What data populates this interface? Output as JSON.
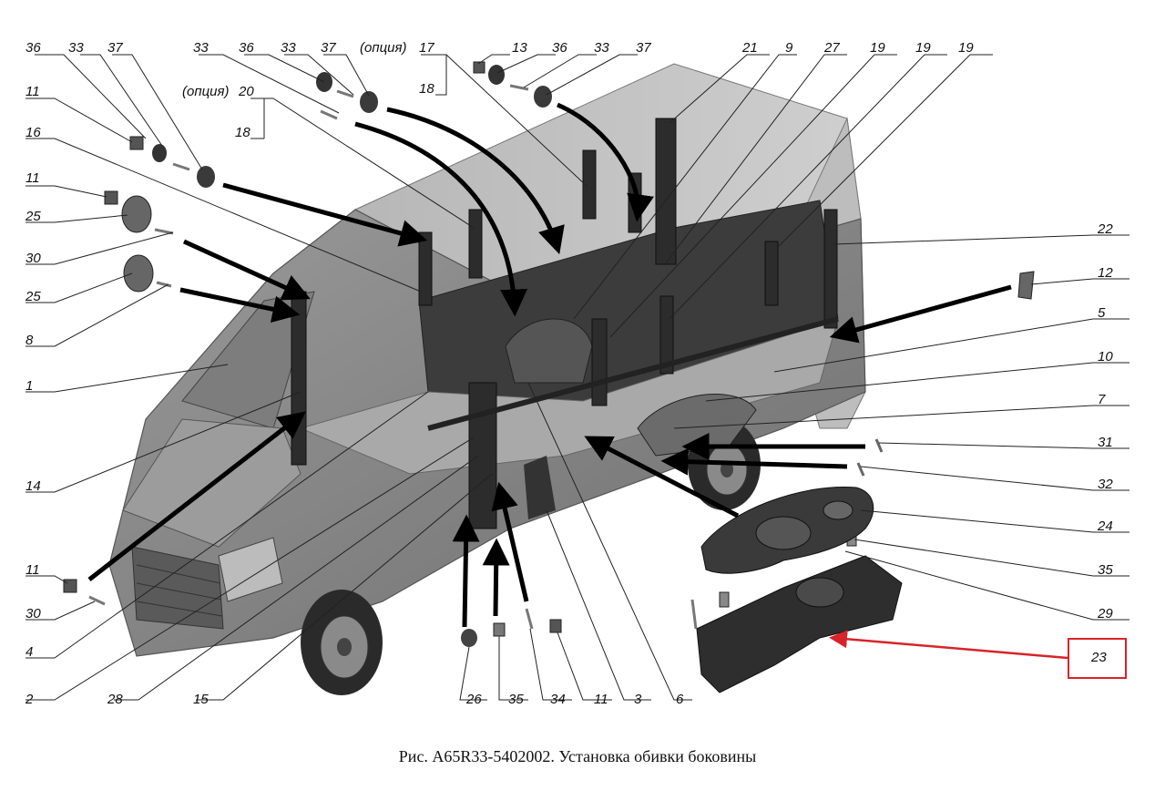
{
  "labels": {
    "l36a": "36",
    "l33a": "33",
    "l37a": "37",
    "l33b": "33",
    "l36b": "36",
    "l33c": "33",
    "l37b": "37",
    "opt1": "(опция)",
    "l17": "17",
    "l18a": "18",
    "l13": "13",
    "l36c": "36",
    "l33d": "33",
    "l37c": "37",
    "l21": "21",
    "l9": "9",
    "l27": "27",
    "l19a": "19",
    "l19b": "19",
    "l19c": "19",
    "opt2": "(опция)",
    "l20": "20",
    "l18b": "18",
    "l11a": "11",
    "l16": "16",
    "l11b": "11",
    "l25a": "25",
    "l30a": "30",
    "l25b": "25",
    "l8": "8",
    "l1": "1",
    "l14": "14",
    "l11c": "11",
    "l30b": "30",
    "l4": "4",
    "l2": "2",
    "l28": "28",
    "l15": "15",
    "l26": "26",
    "l35a": "35",
    "l34": "34",
    "l11d": "11",
    "l3": "3",
    "l6": "6",
    "l22": "22",
    "l12": "12",
    "l5": "5",
    "l10": "10",
    "l7": "7",
    "l31": "31",
    "l32": "32",
    "l24": "24",
    "l35b": "35",
    "l29": "29",
    "l23": "23"
  },
  "caption": "Рис. А65R33-5402002. Установка обивки боковины",
  "colors": {
    "highlight": "#d9232a",
    "body": "#8e8e8e",
    "ink": "#000000"
  }
}
